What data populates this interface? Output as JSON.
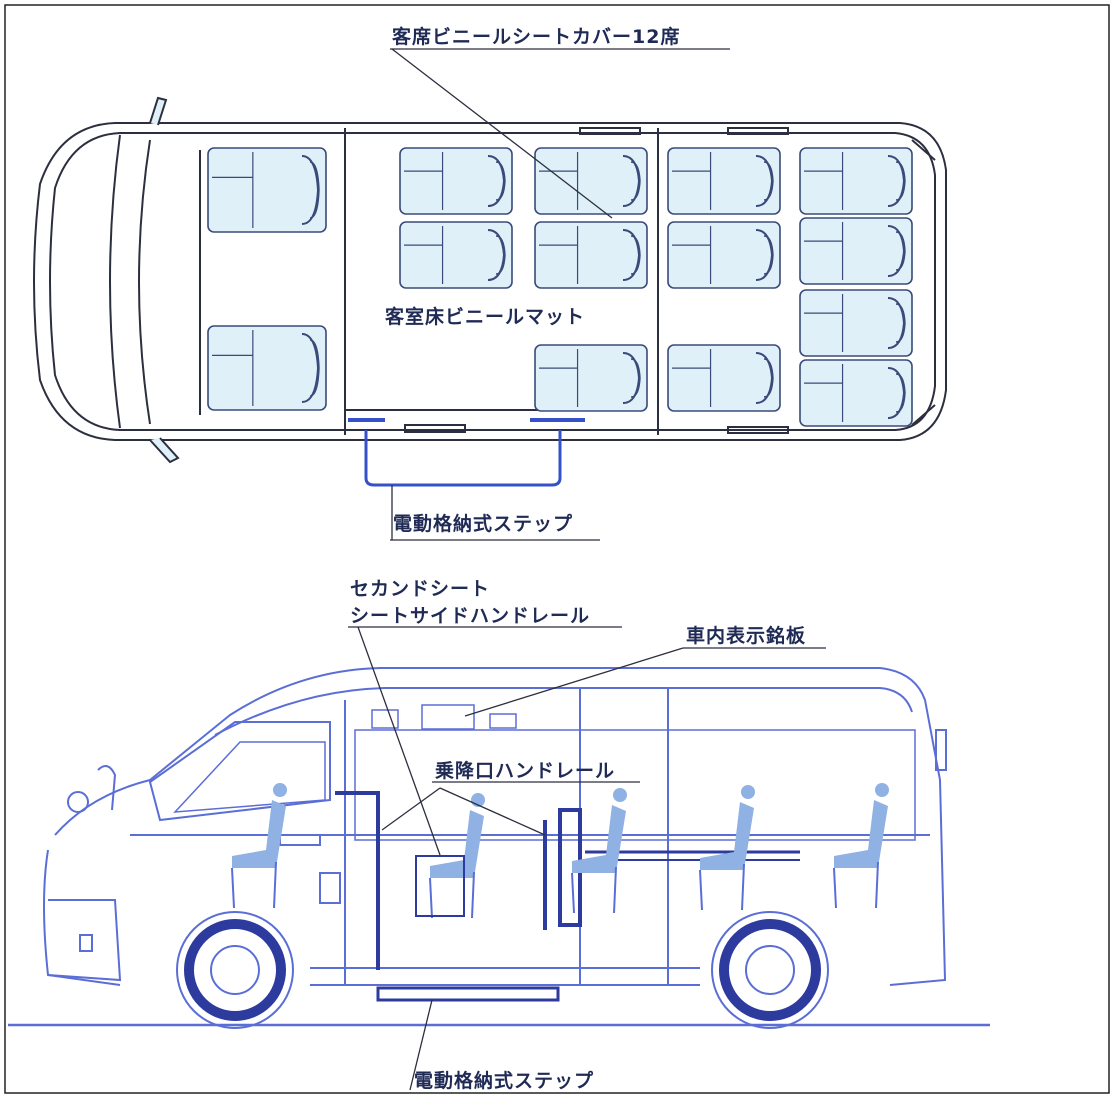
{
  "labels": {
    "seat_cover": "客席ビニールシートカバー12席",
    "floor_mat": "客室床ビニールマット",
    "step_top": "電動格納式ステップ",
    "second_seat_line1": "セカンドシート",
    "second_seat_line2": "シートサイドハンドレール",
    "nameplate": "車内表示銘板",
    "entry_handrail": "乗降口ハンドレール",
    "step_bottom": "電動格納式ステップ"
  },
  "colors": {
    "outline_top": "#2c2f3f",
    "seat_fill": "#dff0f8",
    "seat_stroke": "#3a4a7a",
    "side_line": "#5b6ed6",
    "side_dark": "#2d3a9e",
    "passenger": "#8fb1e3",
    "label": "#1f2a55",
    "accent_blue": "#3550c8"
  }
}
